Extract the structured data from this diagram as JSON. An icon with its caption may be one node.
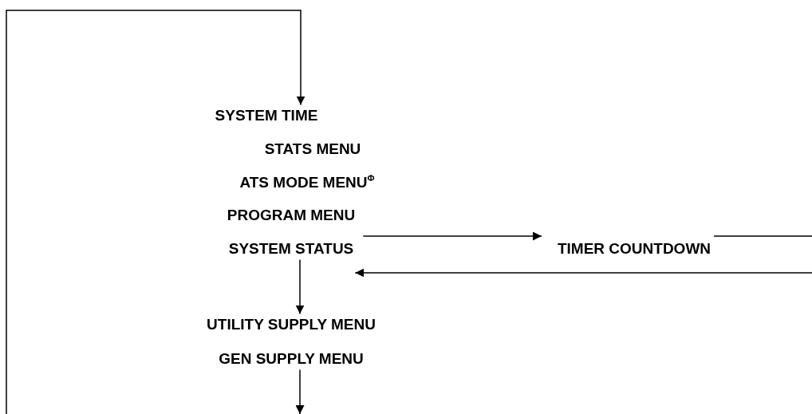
{
  "diagram": {
    "nodes": [
      {
        "text": [
          "SYSTEM TIME"
        ]
      },
      {
        "text": [
          "STATS MENU"
        ]
      },
      {
        "text": [
          "ATS MODE MENU$^{Φ}$"
        ]
      },
      {
        "text": [
          "PROGRAM MENU"
        ]
      },
      {
        "text": [
          "SYSTEM STATUS"
        ]
      },
      {
        "text": [
          "TIMER COUNTDOWN"
        ]
      },
      {
        "text": [
          "UTILITY SUPPLY MENU"
        ]
      },
      {
        "text": [
          "GEN SUPPLY MENU"
        ]
      }
    ],
    "edges": [
      {
        "from": null,
        "to": 0,
        "arrow": "to"
      },
      {
        "from": 4,
        "to": 5,
        "arrow": "to"
      },
      {
        "from": 5,
        "to": 4,
        "arrow": "to"
      },
      {
        "from": 4,
        "to": 6,
        "arrow": "to"
      },
      {
        "from": 7,
        "to": null,
        "arrow": "to"
      }
    ]
  }
}
